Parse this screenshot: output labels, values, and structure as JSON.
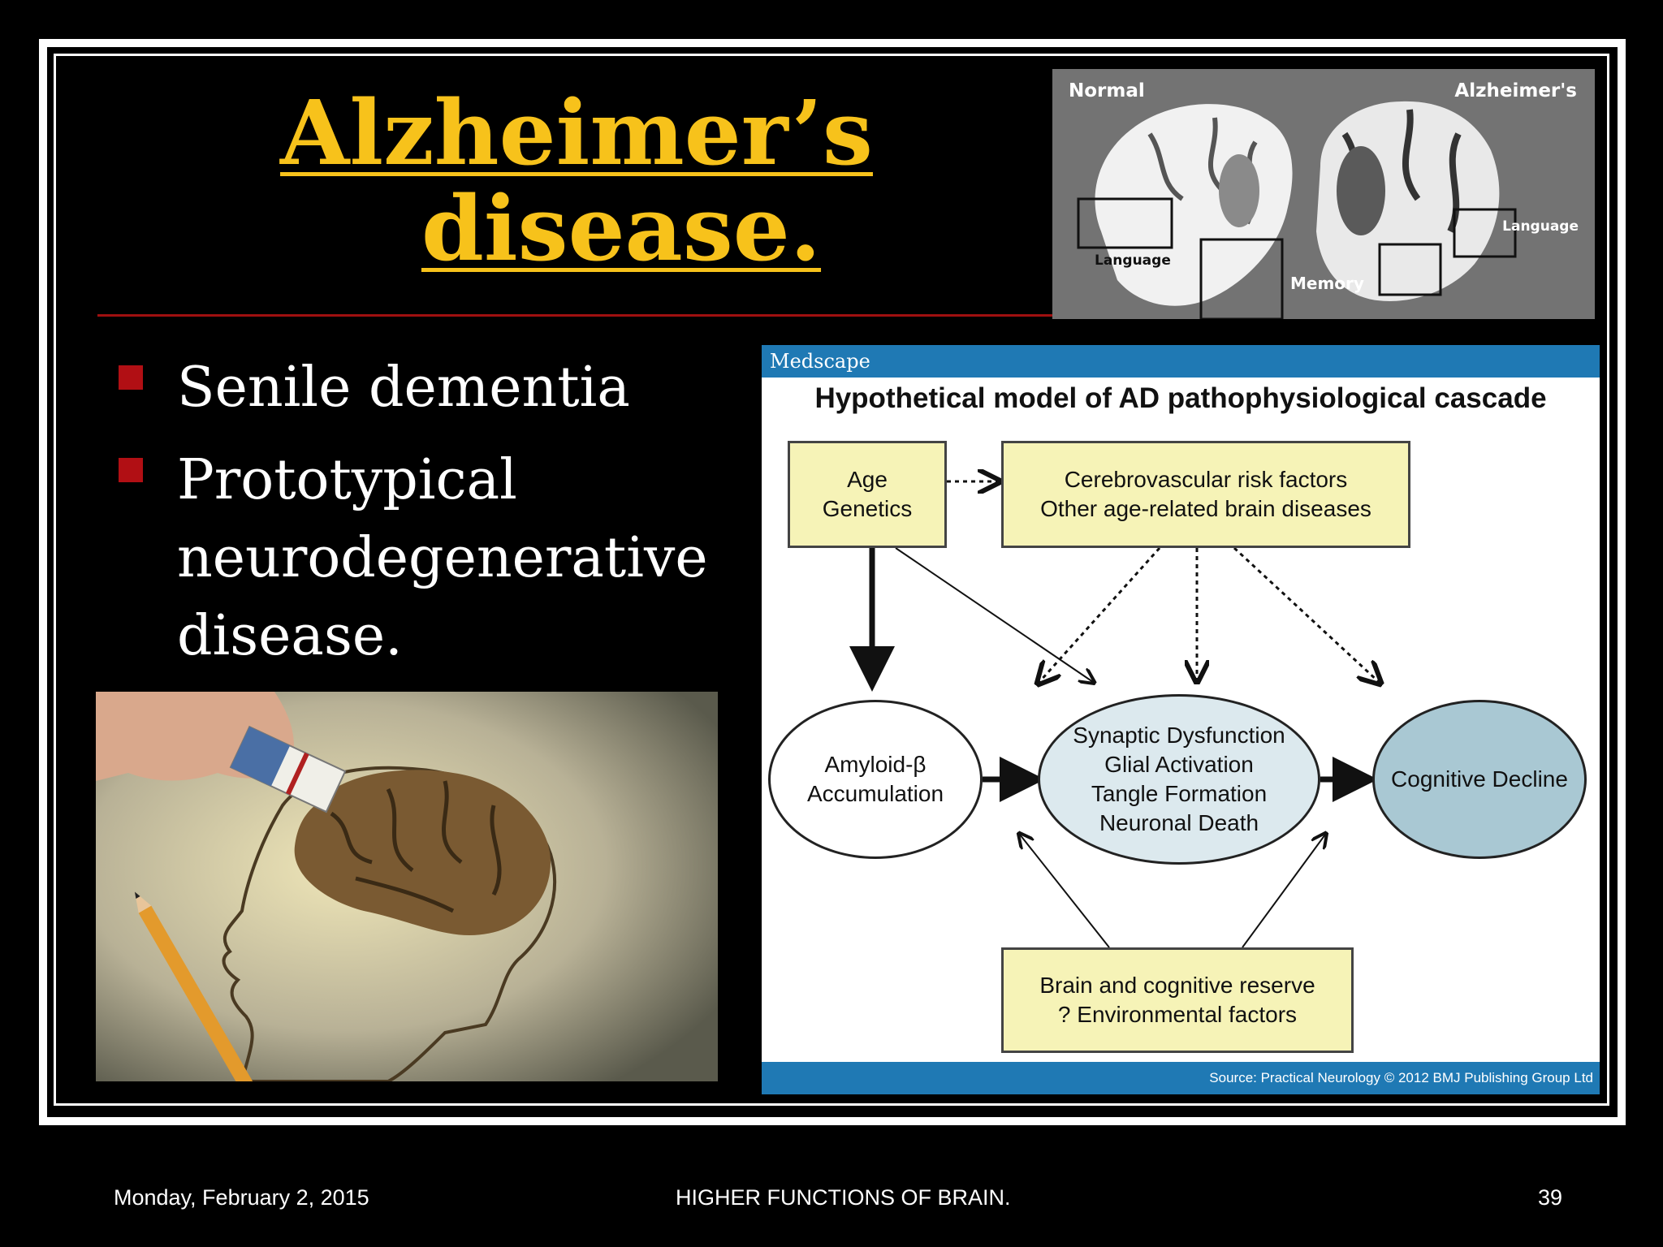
{
  "slide": {
    "title_line1": "Alzheimer’s",
    "title_line2": "disease.",
    "bullets": [
      {
        "text": "Senile dementia"
      },
      {
        "text": "Prototypical neurodegenerative disease."
      }
    ],
    "colors": {
      "title": "#f7c21b",
      "bullet_marker": "#b10f14",
      "rule": "#a01010",
      "background": "#000000"
    }
  },
  "brain_photo": {
    "label_normal": "Normal",
    "label_alzheimers": "Alzheimer's",
    "label_language_left": "Language",
    "label_language_right": "Language",
    "label_memory": "Memory"
  },
  "illustration": {
    "icon": "eraser-erasing-brain-drawing"
  },
  "diagram": {
    "brand": "Medscape",
    "title": "Hypothetical model of AD pathophysiological cascade",
    "nodes": {
      "age_genetics": [
        "Age",
        "Genetics"
      ],
      "cerebrovascular": [
        "Cerebrovascular risk factors",
        "Other age-related brain diseases"
      ],
      "amyloid": [
        "Amyloid-β",
        "Accumulation"
      ],
      "synaptic": [
        "Synaptic Dysfunction",
        "Glial Activation",
        "Tangle Formation",
        "Neuronal Death"
      ],
      "cognitive": [
        "Cognitive Decline"
      ],
      "reserve": [
        "Brain and cognitive reserve",
        "? Environmental factors"
      ]
    },
    "source": "Source: Practical Neurology © 2012 BMJ Publishing Group Ltd",
    "colors": {
      "bar": "#1f79b4",
      "box": "#f6f3b7",
      "synaptic": "#dce9ee",
      "cognitive": "#a9c8d3"
    }
  },
  "footer": {
    "date": "Monday, February 2, 2015",
    "center": "HIGHER FUNCTIONS OF BRAIN.",
    "page": "39"
  }
}
